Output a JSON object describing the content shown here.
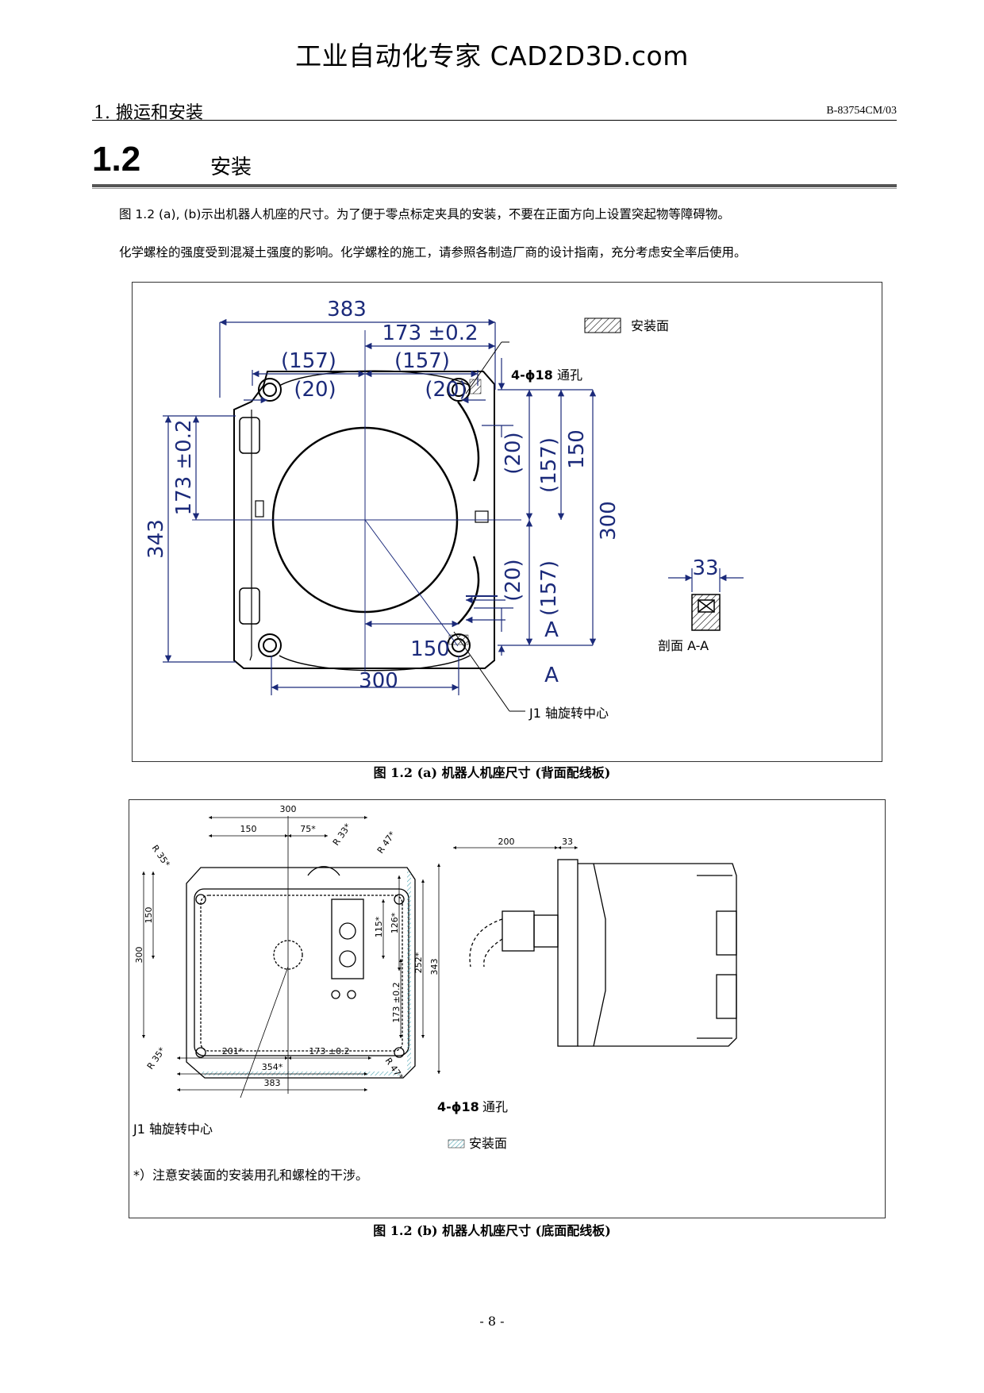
{
  "watermark": "工业自动化专家 CAD2D3D.com",
  "header": {
    "chapter": "1. 搬运和安装",
    "doc_id": "B-83754CM/03"
  },
  "section": {
    "number": "1.2",
    "title": "安装"
  },
  "paragraphs": [
    "图 1.2 (a), (b)示出机器人机座的尺寸。为了便于零点标定夹具的安装，不要在正面方向上设置突起物等障碍物。",
    "化学螺栓的强度受到混凝土强度的影响。化学螺栓的施工，请参照各制造厂商的设计指南，充分考虑安全率后使用。"
  ],
  "figure_a": {
    "caption": "图 1.2 (a)  机器人机座尺寸  (背面配线板)",
    "dims": {
      "w383": "383",
      "w173": "173 ±0.2",
      "w157a": "(157)",
      "w157b": "(157)",
      "w20a": "(20)",
      "w20b": "(20)",
      "h343": "343",
      "h173": "173 ±0.2",
      "r20a": "(20)",
      "r157a": "(157)",
      "r150": "150",
      "r300": "300",
      "r20b": "(20)",
      "r157b": "(157)",
      "b150": "150",
      "b300": "300",
      "sec33": "33",
      "markA1": "A",
      "markA2": "A"
    },
    "labels": {
      "mount_surface": "安装面",
      "hole": "4-ϕ18",
      "hole_type": "通孔",
      "section": "剖面 A-A",
      "j1": "J1 轴旋转中心"
    }
  },
  "figure_b": {
    "caption": "图 1.2 (b)  机器人机座尺寸  (底面配线板)",
    "dims": {
      "t300": "300",
      "t150": "150",
      "t75": "75*",
      "r35a": "R 35*",
      "r33": "R 33*",
      "r47a": "R 47*",
      "l150": "150",
      "l300": "300",
      "v115": "115*",
      "v126": "126*",
      "v252": "252*",
      "v343": "343",
      "v173": "173 ±0.2",
      "r35b": "R 35*",
      "r47b": "R 47*",
      "b201": "201*",
      "b173": "173 ±0.2",
      "b354": "354*",
      "b383": "383",
      "s200": "200",
      "s33": "33"
    },
    "labels": {
      "hole": "4-ϕ18",
      "hole_type": "通孔",
      "j1": "J1 轴旋转中心",
      "mount_surface": "安装面",
      "note": "*）注意安装面的安装用孔和螺栓的干涉。"
    }
  },
  "page_number": "- 8 -",
  "colors": {
    "dimension_blue": "#1b2a7a",
    "hatch": "#4aa3b0"
  }
}
